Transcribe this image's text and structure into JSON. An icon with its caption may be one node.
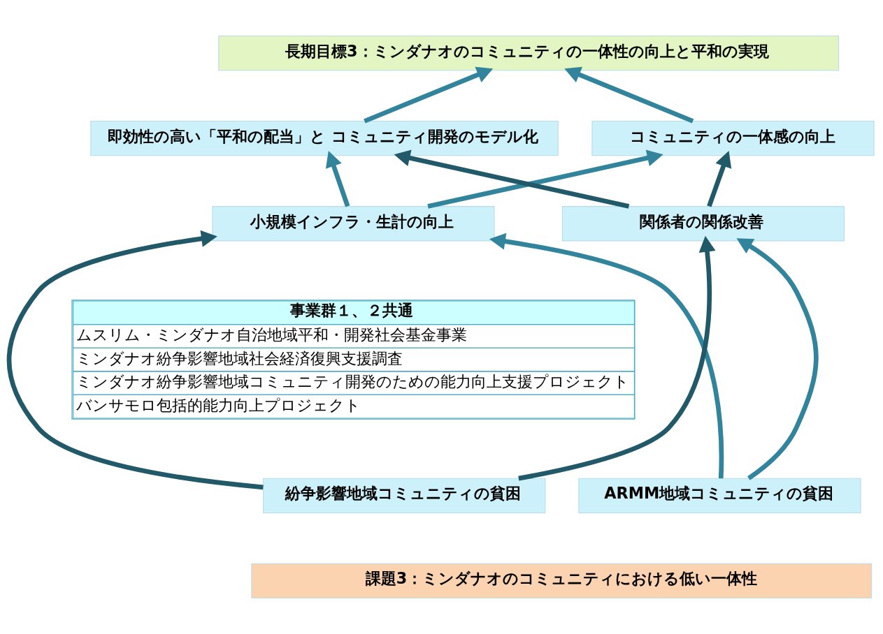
{
  "diagram": {
    "nodes": [
      {
        "text": [
          "長期目標3：ミンダナオのコミュニティの一体性の向上と平和の実現"
        ]
      },
      {
        "text": [
          "即効性の高い「平和の配当」と コミュニティ開発のモデル化"
        ]
      },
      {
        "text": [
          "コミュニティの一体感の向上"
        ]
      },
      {
        "text": [
          "小規模インフラ・生計の向上"
        ]
      },
      {
        "text": [
          "関係者の関係改善"
        ]
      },
      {
        "text": [
          "ARMM地域コミュニティの貧困"
        ]
      },
      {
        "text": [
          "紛争影響地域コミュニティの貧困"
        ]
      },
      {
        "text": [
          "課題3：ミンダナオのコミュニティにおける低い一体性"
        ]
      }
    ],
    "edges": [
      {
        "from": 1,
        "to": 0,
        "arrow": "to"
      },
      {
        "from": 2,
        "to": 0,
        "arrow": "to"
      },
      {
        "from": 3,
        "to": 1,
        "arrow": "to"
      },
      {
        "from": 3,
        "to": 2,
        "arrow": "to"
      },
      {
        "from": 4,
        "to": 1,
        "arrow": "to",
        "color": "#215968"
      },
      {
        "from": 4,
        "to": 2,
        "arrow": "to",
        "color": "#215968"
      },
      {
        "from": 5,
        "to": 3,
        "arrow": "to"
      },
      {
        "from": 5,
        "to": 4,
        "arrow": "to"
      },
      {
        "from": 6,
        "to": 3,
        "arrow": "to",
        "color": "#215968"
      },
      {
        "from": 6,
        "to": 4,
        "arrow": "to",
        "color": "#215968"
      }
    ],
    "labels": [
      "事業群１、２共通",
      "ムスリム・ミンダナオ自治地域平和・開発社会基金事業",
      "ミンダナオ紛争影響地域社会経済復興支援調査",
      "ミンダナオ紛争影響地域コミュニティ開発のための能力向上支援プロジェクト",
      "バンサモロ包括的能力向上プロジェクト"
    ]
  }
}
